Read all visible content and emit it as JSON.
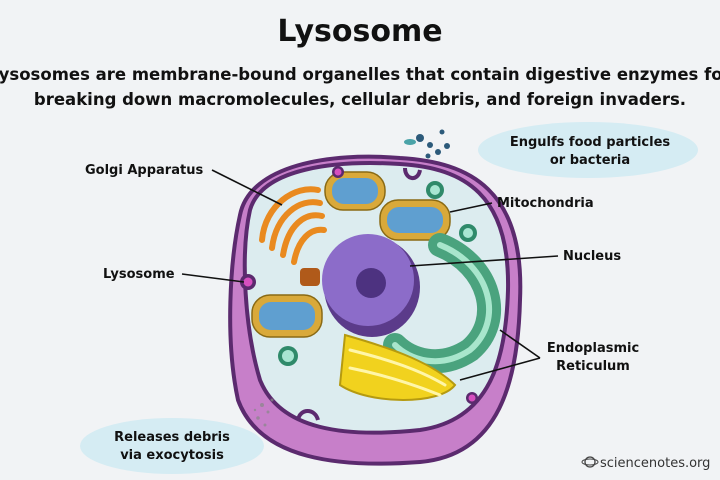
{
  "title": "Lysosome",
  "subtitle": {
    "line1": "Lysosomes are membrane-bound organelles that contain digestive enzymes for",
    "line2": "breaking down macromolecules, cellular debris, and foreign invaders."
  },
  "callouts": {
    "engulfs": {
      "line1": "Engulfs food particles",
      "line2": "or bacteria"
    },
    "releases": {
      "line1": "Releases debris",
      "line2": "via exocytosis"
    }
  },
  "labels": {
    "golgi": "Golgi Apparatus",
    "mitochondria": "Mitochondria",
    "nucleus": "Nucleus",
    "lysosome": "Lysosome",
    "er": {
      "line1": "Endoplasmic",
      "line2": "Reticulum"
    }
  },
  "credit": "sciencenotes.org",
  "colors": {
    "membrane": "#5b2a6e",
    "cytoplasm": "#dcecef",
    "nucleus": "#8c6cc9",
    "er": "#5fbf98",
    "golgi": "#e98a1f",
    "mito": "#d9a93a",
    "lysosome": "#d64fbf",
    "bubble": "#d5ecf3"
  }
}
